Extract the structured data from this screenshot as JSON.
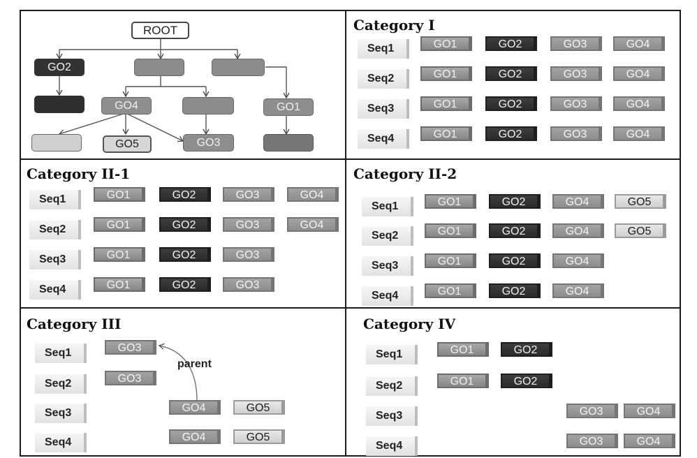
{
  "tree": {
    "root_label": "ROOT",
    "go2_label": "GO2",
    "go4_label": "GO4",
    "go1_label": "GO1",
    "go5_label": "GO5",
    "go3_label": "GO3"
  },
  "categories": [
    {
      "title": "Category I",
      "rows": [
        {
          "seq": "Seq1",
          "gos": [
            "GO1",
            "GO2",
            "GO3",
            "GO4"
          ]
        },
        {
          "seq": "Seq2",
          "gos": [
            "GO1",
            "GO2",
            "GO3",
            "GO4"
          ]
        },
        {
          "seq": "Seq3",
          "gos": [
            "GO1",
            "GO2",
            "GO3",
            "GO4"
          ]
        },
        {
          "seq": "Seq4",
          "gos": [
            "GO1",
            "GO2",
            "GO3",
            "GO4"
          ]
        }
      ]
    },
    {
      "title": "Category II-1",
      "rows": [
        {
          "seq": "Seq1",
          "gos": [
            "GO1",
            "GO2",
            "GO3",
            "GO4"
          ]
        },
        {
          "seq": "Seq2",
          "gos": [
            "GO1",
            "GO2",
            "GO3",
            "GO4"
          ]
        },
        {
          "seq": "Seq3",
          "gos": [
            "GO1",
            "GO2",
            "GO3"
          ]
        },
        {
          "seq": "Seq4",
          "gos": [
            "GO1",
            "GO2",
            "GO3"
          ]
        }
      ]
    },
    {
      "title": "Category II-2",
      "rows": [
        {
          "seq": "Seq1",
          "gos": [
            "GO1",
            "GO2",
            "GO4",
            "GO5"
          ]
        },
        {
          "seq": "Seq2",
          "gos": [
            "GO1",
            "GO2",
            "GO4",
            "GO5"
          ]
        },
        {
          "seq": "Seq3",
          "gos": [
            "GO1",
            "GO2",
            "GO4"
          ]
        },
        {
          "seq": "Seq4",
          "gos": [
            "GO1",
            "GO2",
            "GO4"
          ]
        }
      ]
    },
    {
      "title": "Category III",
      "rows": [
        {
          "seq": "Seq1",
          "gos": [
            "GO3"
          ]
        },
        {
          "seq": "Seq2",
          "gos": [
            "GO3"
          ]
        },
        {
          "seq": "Seq3",
          "gos": [
            "GO4",
            "GO5"
          ]
        },
        {
          "seq": "Seq4",
          "gos": [
            "GO4",
            "GO5"
          ]
        }
      ],
      "annotation": "parent"
    },
    {
      "title": "Category IV",
      "rows": [
        {
          "seq": "Seq1",
          "gos": [
            "GO1",
            "GO2"
          ]
        },
        {
          "seq": "Seq2",
          "gos": [
            "GO1",
            "GO2"
          ]
        },
        {
          "seq": "Seq3",
          "gos": [
            "GO3",
            "GO4"
          ]
        },
        {
          "seq": "Seq4",
          "gos": [
            "GO3",
            "GO4"
          ]
        }
      ]
    }
  ],
  "colors": {
    "GO1": "#8e8e8e",
    "GO2": "#333333",
    "GO3": "#989898",
    "GO4": "#959595",
    "GO5": "#dcdcdc"
  }
}
